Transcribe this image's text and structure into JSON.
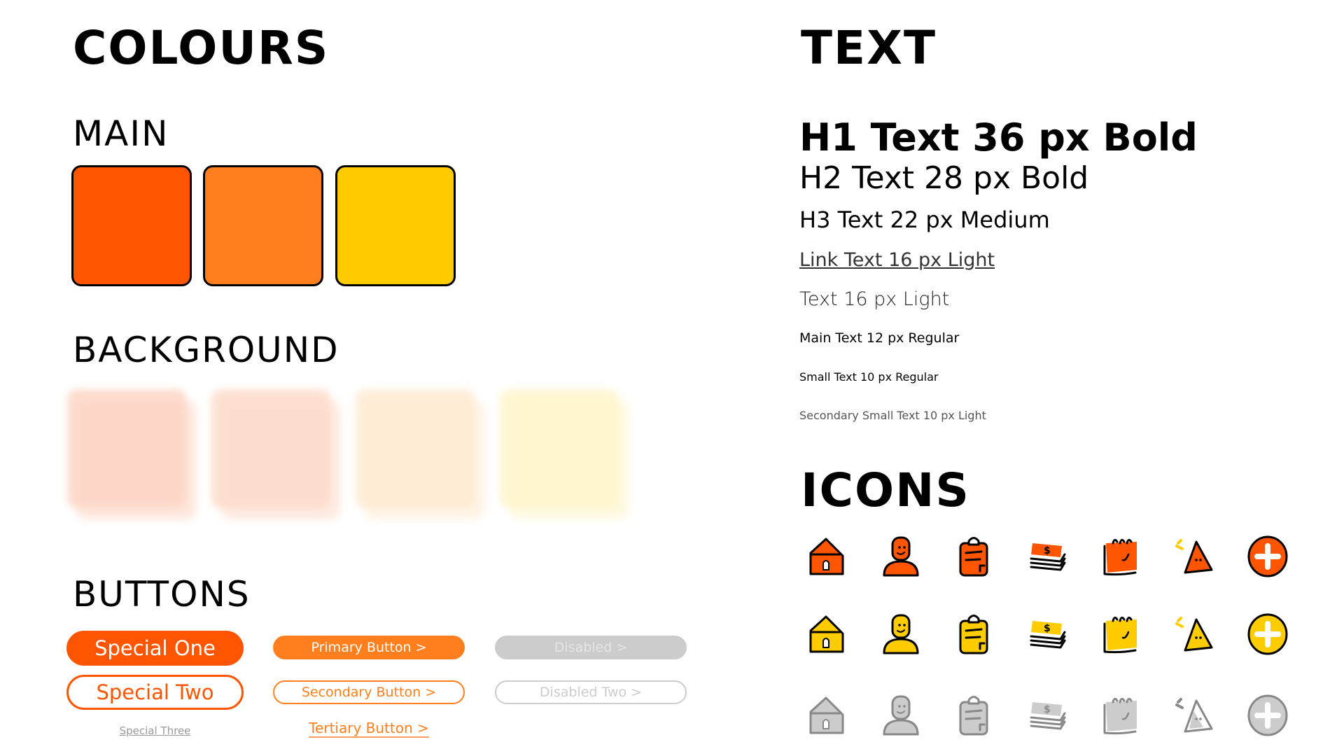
{
  "colours": {
    "title": "COLOURS",
    "main_label": "MAIN",
    "main": [
      "#FF5500",
      "#FF7F1F",
      "#FFCC00"
    ],
    "background_label": "BACKGROUND",
    "background": [
      "#FDD6C6",
      "#FDDCCB",
      "#FEEBD2",
      "#FFF5CC"
    ]
  },
  "buttons": {
    "title": "BUTTONS",
    "special_one": "Special One",
    "special_two": "Special Two",
    "special_three": "Special Three",
    "primary": "Primary Button >",
    "secondary": "Secondary Button >",
    "tertiary": "Tertiary Button >",
    "disabled": "Disabled >",
    "disabled_two": "Disabled Two >"
  },
  "text": {
    "title": "TEXT",
    "h1": "H1 Text 36 px  Bold",
    "h2": "H2 Text 28 px  Bold",
    "h3": "H3 Text 22 px  Medium",
    "link": "Link Text 16 px Light",
    "body": "Text 16 px Light",
    "main": "Main Text 12 px Regular",
    "small": "Small Text 10 px Regular",
    "secondary": "Secondary Small Text 10 px Light"
  },
  "icons": {
    "title": "ICONS",
    "names": [
      "home-icon",
      "user-icon",
      "clipboard-icon",
      "money-icon",
      "notepad-icon",
      "warning-icon",
      "plus-circle-icon"
    ],
    "rows": [
      {
        "variant": "orange",
        "fill": "#FF5500",
        "stroke": "#000"
      },
      {
        "variant": "yellow",
        "fill": "#FFCC00",
        "stroke": "#000"
      },
      {
        "variant": "disabled",
        "fill": "#CCCCCC",
        "stroke": "#888"
      }
    ]
  }
}
